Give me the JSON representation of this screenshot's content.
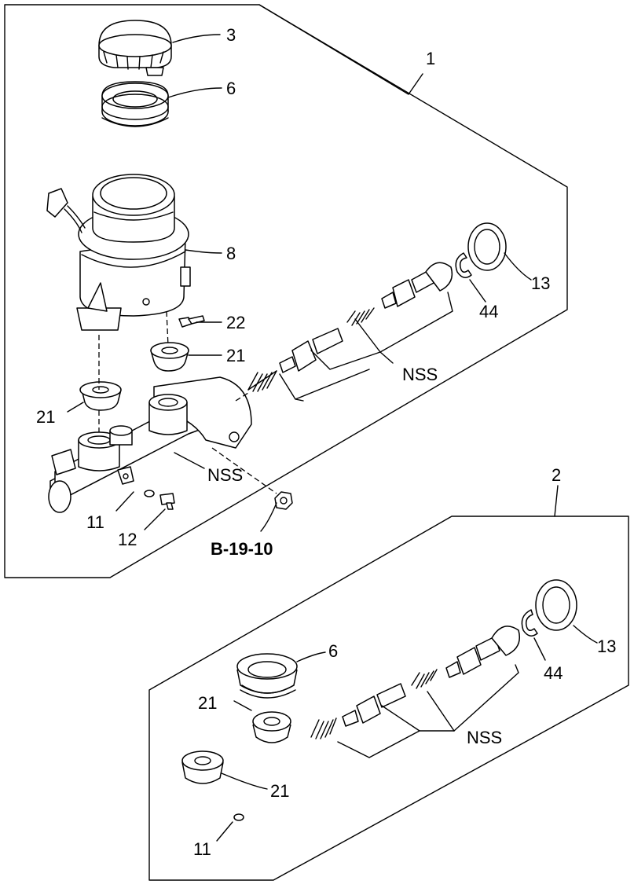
{
  "callouts": {
    "assembly_1": "1",
    "assembly_2": "2",
    "a1_cap": "3",
    "a1_seal": "6",
    "a1_reservoir": "8",
    "a1_screw": "22",
    "a1_grommet_upper": "21",
    "a1_grommet_lower": "21",
    "a1_dust_seal": "13",
    "a1_clip": "44",
    "a1_nss_pistons": "NSS",
    "a1_nss_body": "NSS",
    "a1_washer": "11",
    "a1_bolt": "12",
    "a2_seal": "6",
    "a2_grommet_upper": "21",
    "a2_grommet_lower": "21",
    "a2_dust_seal": "13",
    "a2_clip": "44",
    "a2_nss_pistons": "NSS",
    "a2_washer": "11"
  },
  "reference": "B-19-10"
}
